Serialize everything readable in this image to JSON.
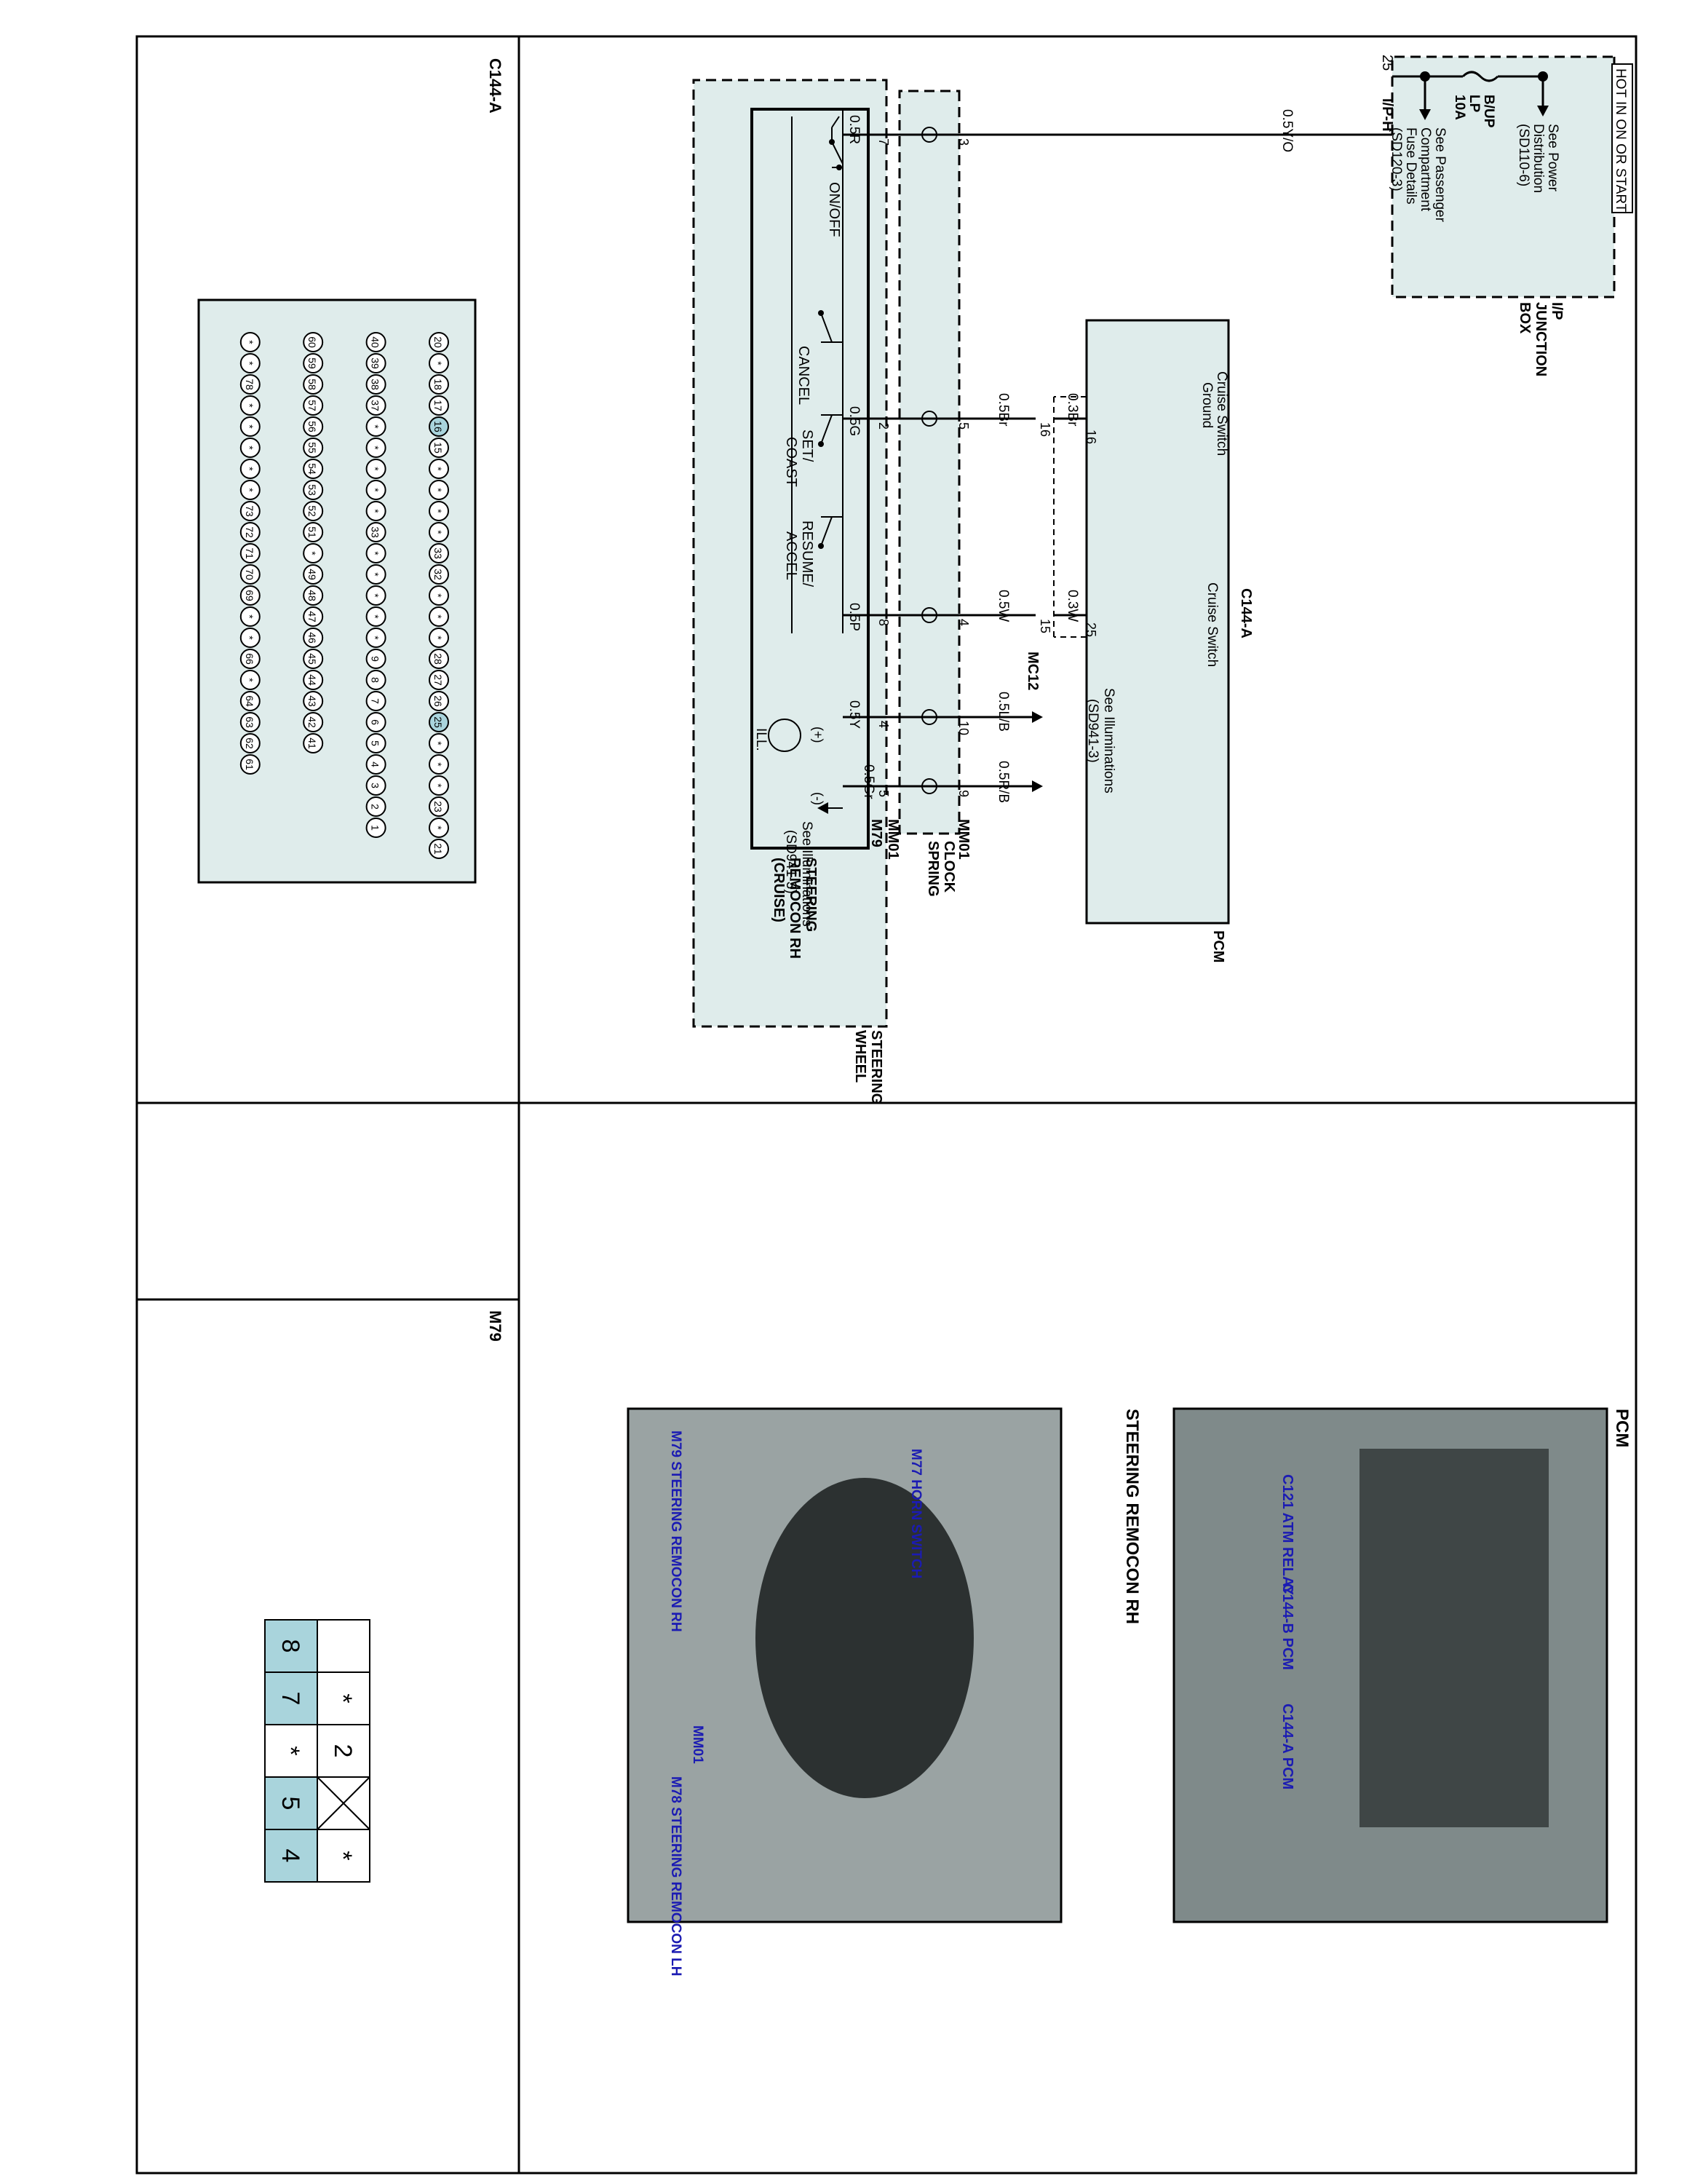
{
  "power": {
    "header": "HOT IN ON OR START",
    "power_dist": [
      "See Power",
      "Distribution",
      "(SD110-6)"
    ],
    "fuse_name": [
      "B/UP",
      "LP"
    ],
    "fuse_rating": "10A",
    "passenger_note": [
      "See Passenger",
      "Compartment",
      "Fuse Details",
      "(SD120-3)"
    ],
    "connector": "I/P-H",
    "pin": "25",
    "junction_box": [
      "I/P",
      "JUNCTION",
      "BOX"
    ]
  },
  "pcm": {
    "label": "PCM",
    "ground_label": [
      "Cruise Switch",
      "Ground"
    ],
    "switch_label": "Cruise Switch",
    "connector": "C144-A",
    "pin_ground": "16",
    "pin_switch": "25"
  },
  "mc12": {
    "label": "MC12",
    "pin_a": "16",
    "pin_b": "15"
  },
  "wires": {
    "sy_o": "0.5Y/O",
    "br03": "0.3Br",
    "br05": "0.5Br",
    "w03": "0.3W",
    "w05": "0.5W",
    "lb": "0.5L/B",
    "rb": "0.5R/B",
    "r": "0.5R",
    "g": "0.5G",
    "p": "0.5P",
    "y": "0.5Y",
    "gr": "0.5Gr"
  },
  "clock_spring": {
    "label": [
      "CLOCK",
      "SPRING"
    ],
    "pins": [
      "3",
      "5",
      "4",
      "10",
      "9"
    ],
    "connector": "MM01"
  },
  "steering": {
    "wheel_label": [
      "STEERING",
      "WHEEL"
    ],
    "remocon_label": [
      "STEERING",
      "REMOCON RH",
      "(CRUISE)"
    ],
    "connector": "M79",
    "pins": [
      "7",
      "2",
      "8",
      "4",
      "5"
    ],
    "switches": {
      "onoff": "ON/OFF",
      "cancel": "CANCEL",
      "set": [
        "SET/",
        "COAST"
      ],
      "resume": [
        "RESUME/",
        "ACCEL"
      ]
    },
    "ill": "ILL.",
    "plus": "(+)",
    "minus": "(-)"
  },
  "illum_note_top": [
    "See Illuminations",
    "(SD941-3)"
  ],
  "illum_note_bottom": [
    "See Illuminations",
    "(SD941-3)"
  ],
  "photos": {
    "pcm_title": "PCM",
    "pcm_labels": [
      "C121 ATM RELAY",
      "C144-B PCM",
      "C144-A PCM"
    ],
    "remocon_title": "STEERING REMOCON RH",
    "remocon_labels": [
      "M77 HORN SWITCH",
      "M79 STEERING REMOCON RH",
      "MM01",
      "M78 STEERING REMOCON LH"
    ]
  },
  "connectors": {
    "c144a_title": "C144-A",
    "c144a_pins": [
      [
        "20",
        "*",
        "18",
        "17",
        "16",
        "15",
        "*",
        "*",
        "*",
        "*",
        "33",
        "32",
        "*",
        "*",
        "*",
        "28",
        "27",
        "26",
        "25",
        "*",
        "*",
        "*",
        "23",
        "*",
        "21"
      ],
      [
        "40",
        "39",
        "38",
        "37",
        "*",
        "*",
        "*",
        "*",
        "*",
        "33",
        "*",
        "*",
        "*",
        "*",
        "*",
        "9",
        "8",
        "7",
        "6",
        "5",
        "4",
        "3",
        "2",
        "1"
      ],
      [
        "60",
        "59",
        "58",
        "57",
        "56",
        "55",
        "54",
        "53",
        "52",
        "51",
        "*",
        "49",
        "48",
        "47",
        "46",
        "45",
        "44",
        "43",
        "42",
        "41"
      ],
      [
        "*",
        "*",
        "78",
        "*",
        "*",
        "*",
        "*",
        "*",
        "73",
        "72",
        "71",
        "70",
        "69",
        "*",
        "*",
        "66",
        "*",
        "64",
        "63",
        "62",
        "61"
      ]
    ],
    "c144a_highlight": [
      "16",
      "25"
    ],
    "m79_title": "M79",
    "m79_top": [
      "",
      "*",
      "2",
      "",
      "*"
    ],
    "m79_bottom": [
      "8",
      "7",
      "*",
      "5",
      "4"
    ]
  },
  "colors": {
    "panel": "#dfeceb",
    "pin_highlight": "#a9d4dc",
    "wire": "#000000",
    "blue_label": "#1b1bb3",
    "photo_bg": "#7f8a8a"
  }
}
